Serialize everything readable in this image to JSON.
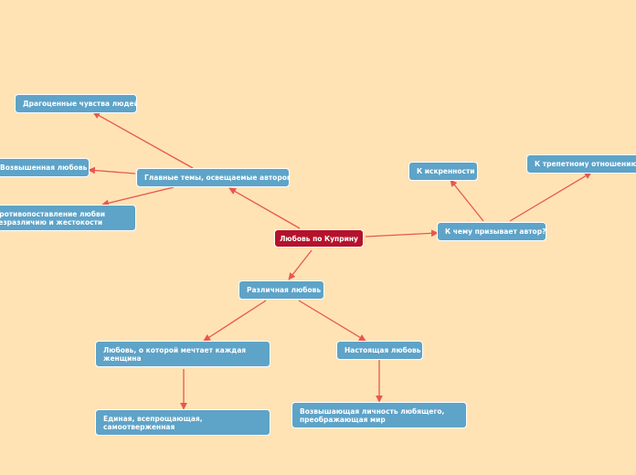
{
  "root": {
    "label": "Любовь по Куприну"
  },
  "nodes": {
    "main_themes": "Главные темы, освещаемые автором",
    "precious_feelings": "Драгоценные чувства людей",
    "sublime_love": "Возвышенная любовь",
    "contrast": "Противопоставление любви безразличию и жестокости",
    "appeal": "К чему призывает автор?",
    "sincerity": "К искренности",
    "reverent": "К трепетному отношению друг к другу",
    "various_love": "Различная любовь",
    "dream_love": "Любовь, о которой мечтает каждая женщина",
    "true_love": "Настоящая любовь",
    "selfless": "Единая, всепрощающая, самоотверженная",
    "elevating": "Возвышающая личность любящего, преображающая мир"
  },
  "colors": {
    "background": "#ffe3b5",
    "node": "#5ea3c8",
    "root": "#b5122b",
    "connector": "#e8574f"
  }
}
